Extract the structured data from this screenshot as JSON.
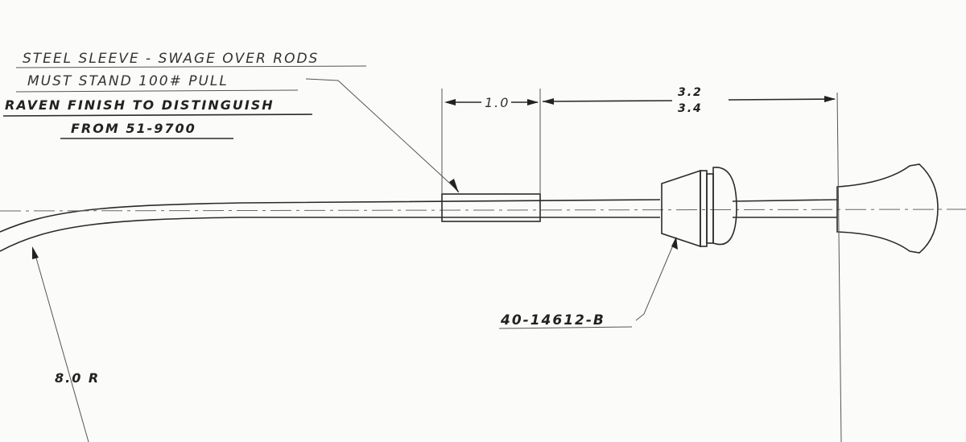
{
  "notes": {
    "line1": "STEEL SLEEVE - SWAGE OVER RODS",
    "line2": "MUST STAND 100# PULL",
    "line3": "RAVEN FINISH TO DISTINGUISH",
    "line4": "FROM 51-9700"
  },
  "dimensions": {
    "sleeve_length": "1.0",
    "overall_top": "3.2",
    "overall_bottom": "3.4",
    "radius": "8.0 R"
  },
  "part_callout": "40-14612-B"
}
